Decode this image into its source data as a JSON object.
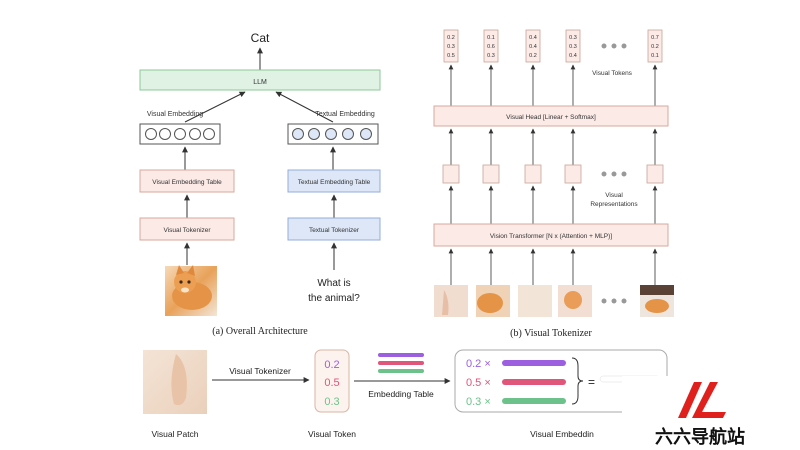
{
  "panel_a": {
    "output": "Cat",
    "llm": "LLM",
    "visual_embedding_label": "Visual Embedding",
    "textual_embedding_label": "Textual Embedding",
    "visual_embedding_table": "Visual Embedding Table",
    "textual_embedding_table": "Textual Embedding Table",
    "visual_tokenizer": "Visual Tokenizer",
    "textual_tokenizer": "Textual Tokenizer",
    "question_line1": "What is",
    "question_line2": "the animal?",
    "caption": "(a) Overall Architecture"
  },
  "panel_b": {
    "tokens": [
      [
        "0.2",
        "0.3",
        "0.5"
      ],
      [
        "0.1",
        "0.6",
        "0.3"
      ],
      [
        "0.4",
        "0.4",
        "0.2"
      ],
      [
        "0.3",
        "0.3",
        "0.4"
      ],
      [
        "0.7",
        "0.2",
        "0.1"
      ]
    ],
    "visual_tokens_label": "Visual Tokens",
    "visual_head": "Visual Head [Linear + Softmax]",
    "visual_representations_line1": "Visual",
    "visual_representations_line2": "Representations",
    "vision_transformer": "Vision Transformer [N x (Attention + MLP)]",
    "caption": "(b) Visual Tokenizer"
  },
  "panel_c": {
    "visual_patch": "Visual Patch",
    "visual_tokenizer": "Visual Tokenizer",
    "token_values": [
      "0.2",
      "0.5",
      "0.3"
    ],
    "visual_token": "Visual Token",
    "embedding_table": "Embedding Table",
    "weights": [
      "0.2 ×",
      "0.5 ×",
      "0.3 ×"
    ],
    "equals": "=",
    "visual_embedding": "Visual Embeddin"
  },
  "watermark": {
    "text": "六六导航站"
  },
  "colors": {
    "llm_fill": "#dff2e3",
    "llm_stroke": "#8fc79a",
    "visual_box_fill": "#fbeae6",
    "visual_box_stroke": "#d9a89e",
    "textual_box_fill": "#dde7f7",
    "textual_box_stroke": "#93aedb",
    "purple": "#9b5fe0",
    "pink": "#e0557a",
    "green": "#6cc28a",
    "logo_red": "#e0201d"
  }
}
